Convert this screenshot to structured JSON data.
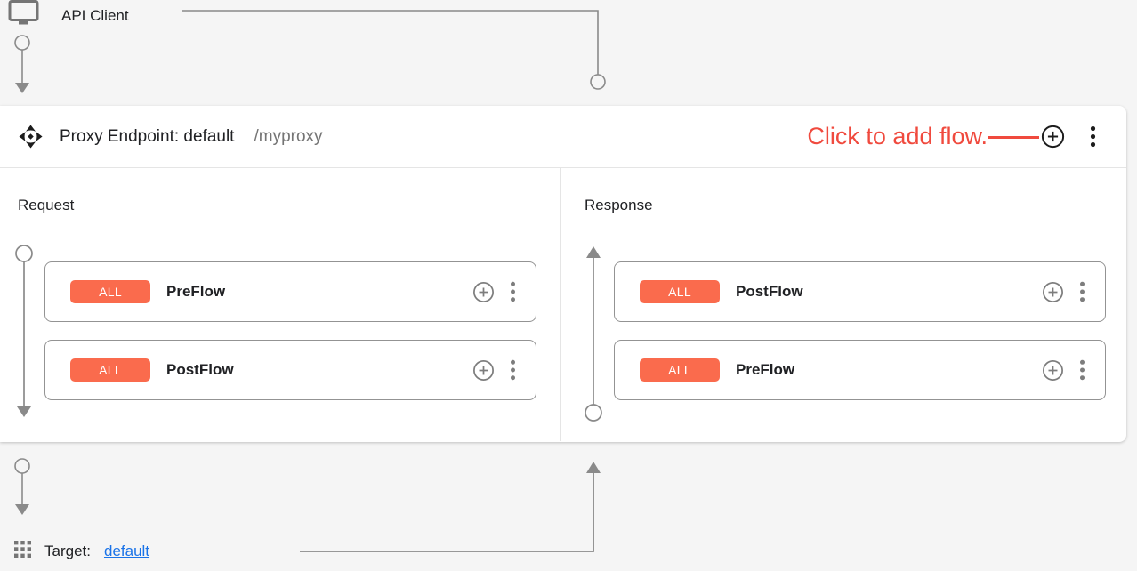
{
  "colors": {
    "badge_orange": "#FA6B4D",
    "annotation_red": "#F04A3E",
    "link_blue": "#1A73E8",
    "connector_gray": "#8A8A8A",
    "icon_gray": "#757575"
  },
  "icons": {
    "api_client": "monitor-icon",
    "proxy_endpoint": "move-arrows-icon",
    "add_flow": "plus-circle-icon",
    "menu": "vertical-dots-icon",
    "target": "grid-icon"
  },
  "api_client": {
    "label": "API Client"
  },
  "proxy_endpoint": {
    "title": "Proxy Endpoint: default",
    "basepath": "/myproxy",
    "annotation": "Click to add flow.",
    "request": {
      "label": "Request",
      "flows": [
        {
          "badge": "ALL",
          "name": "PreFlow"
        },
        {
          "badge": "ALL",
          "name": "PostFlow"
        }
      ]
    },
    "response": {
      "label": "Response",
      "flows": [
        {
          "badge": "ALL",
          "name": "PostFlow"
        },
        {
          "badge": "ALL",
          "name": "PreFlow"
        }
      ]
    }
  },
  "target": {
    "label": "Target:",
    "link_text": "default"
  }
}
